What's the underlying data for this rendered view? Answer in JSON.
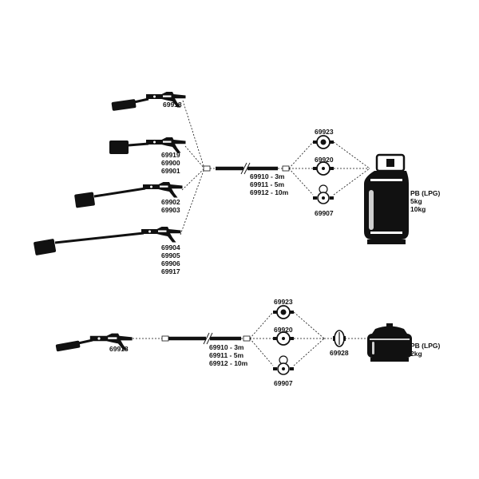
{
  "colors": {
    "ink": "#111111",
    "background": "#ffffff",
    "highlight": "#cfcfcf"
  },
  "top_system": {
    "torches": [
      {
        "code_lines": [
          "69918"
        ]
      },
      {
        "code_lines": [
          "69919",
          "69900",
          "69901"
        ]
      },
      {
        "code_lines": [
          "69902",
          "69903"
        ]
      },
      {
        "code_lines": [
          "69904",
          "69905",
          "69906",
          "69917"
        ]
      }
    ],
    "hose_lines": [
      "69910 - 3m",
      "69911 - 5m",
      "69912 - 10m"
    ],
    "regulators": [
      {
        "code": "69923",
        "icon": "regulator-dial-icon"
      },
      {
        "code": "69920",
        "icon": "regulator-dial-icon"
      },
      {
        "code": "69907",
        "icon": "regulator-gauge-icon"
      }
    ],
    "tank": {
      "icon": "lpg-cylinder-icon",
      "label_lines": [
        "PB (LPG)",
        "5kg",
        "10kg"
      ]
    }
  },
  "bottom_system": {
    "torch": {
      "code": "69918"
    },
    "hose_lines": [
      "69910 - 3m",
      "69911 - 5m",
      "69912 - 10m"
    ],
    "regulators": [
      {
        "code": "69923",
        "icon": "regulator-dial-icon"
      },
      {
        "code": "69920",
        "icon": "regulator-dial-icon"
      },
      {
        "code": "69907",
        "icon": "regulator-gauge-icon"
      }
    ],
    "safety_valve": {
      "code": "69928",
      "icon": "safety-valve-icon"
    },
    "tank": {
      "icon": "gas-canister-icon",
      "label_lines": [
        "PB (LPG)",
        "2kg"
      ]
    }
  }
}
